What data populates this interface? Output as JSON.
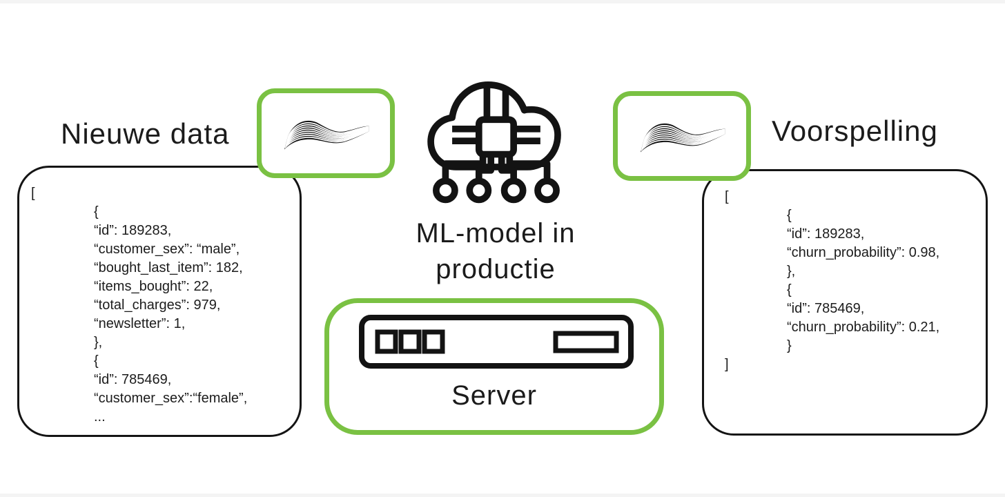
{
  "page": {
    "background": "#ffffff",
    "accent_green": "#7ac143",
    "ink": "#1b1b1b"
  },
  "icons": {
    "left_flow": "data-wave-icon",
    "right_flow": "data-wave-icon",
    "center": "cloud-chip-icon",
    "server": "server-rack-icon"
  },
  "left_panel": {
    "label": "Nieuwe data",
    "code": [
      "[",
      "{",
      "“id”: 189283,",
      "“customer_sex”: “male”,",
      "“bought_last_item”: 182,",
      "“items_bought”: 22,",
      "“total_charges”: 979,",
      "“newsletter”: 1,",
      "},",
      "{",
      "“id”: 785469,",
      "“customer_sex”:“female”,",
      "..."
    ]
  },
  "center": {
    "model_label_line1": "ML-model in",
    "model_label_line2": "productie",
    "server_label": "Server"
  },
  "right_panel": {
    "label": "Voorspelling",
    "code": [
      "[",
      "{",
      "“id”: 189283,",
      "“churn_probability”: 0.98,",
      "},",
      "{",
      "“id”: 785469,",
      "“churn_probability”: 0.21,",
      "}",
      "]"
    ]
  }
}
